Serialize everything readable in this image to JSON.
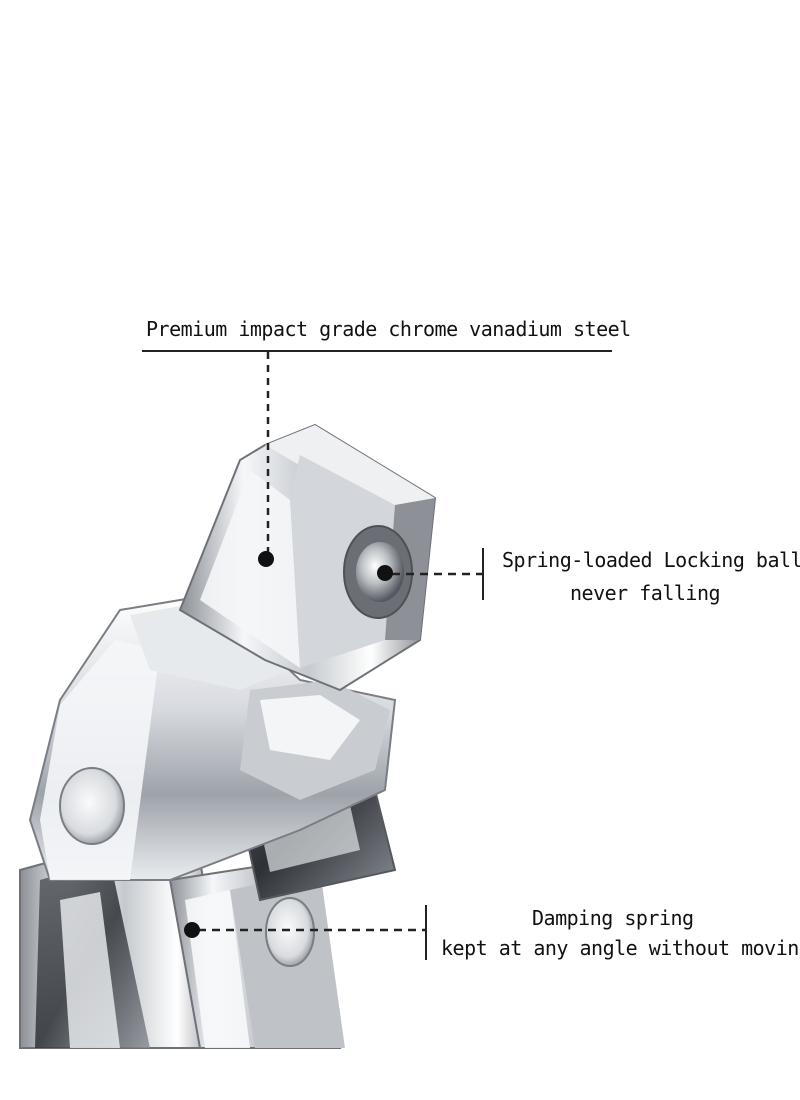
{
  "callouts": {
    "material": {
      "text": "Premium impact grade chrome vanadium steel"
    },
    "locking_ball": {
      "line1": "Spring-loaded Locking ball",
      "line2": "never falling"
    },
    "damping_spring": {
      "line1": "Damping spring",
      "line2": "kept at any angle without moving"
    }
  },
  "colors": {
    "background": "#ffffff",
    "text": "#111111",
    "chrome_highlight": "#f4f6f8",
    "chrome_shadow": "#3a3d42"
  }
}
